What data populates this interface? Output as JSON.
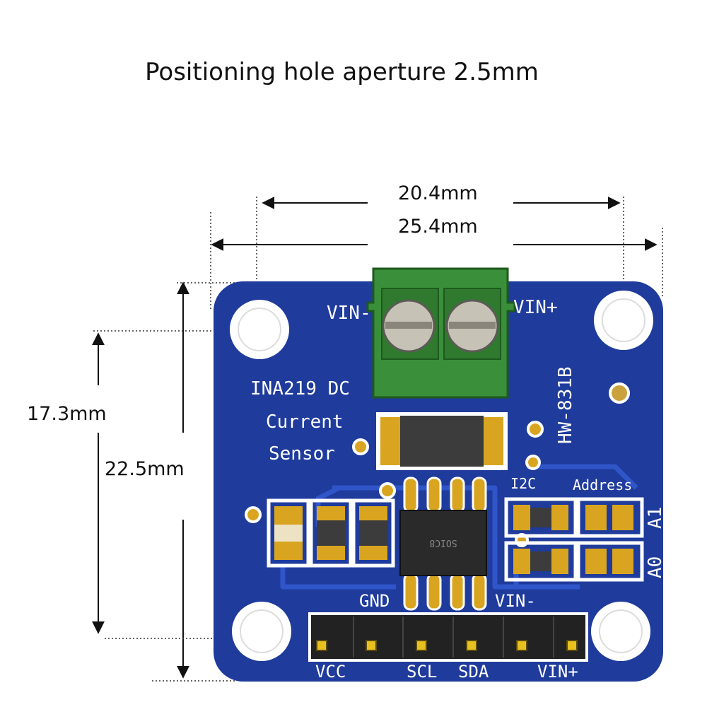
{
  "title": "Positioning hole aperture 2.5mm",
  "dimensions": {
    "hole_spacing_width": "20.4mm",
    "board_width": "25.4mm",
    "hole_spacing_height": "17.3mm",
    "board_height": "22.5mm"
  },
  "board": {
    "model": "HW-831B",
    "product_line1": "INA219 DC",
    "product_line2": "Current",
    "product_line3": "Sensor",
    "chip_package": "SOIC8",
    "terminal_left_label": "VIN-",
    "terminal_right_label": "VIN+",
    "i2c_label": "I2C",
    "address_label": "Address",
    "jumper_a1": "A1",
    "jumper_a0": "A0",
    "pins_top": [
      "GND",
      "VIN-"
    ],
    "pins_bottom": [
      "VCC",
      "SCL",
      "SDA",
      "VIN+"
    ]
  },
  "colors": {
    "pcb": "#1f3b9c",
    "pcb_trace": "#2f55c8",
    "terminal": "#3a8f3a",
    "gold": "#d9a520",
    "header": "#222222"
  }
}
